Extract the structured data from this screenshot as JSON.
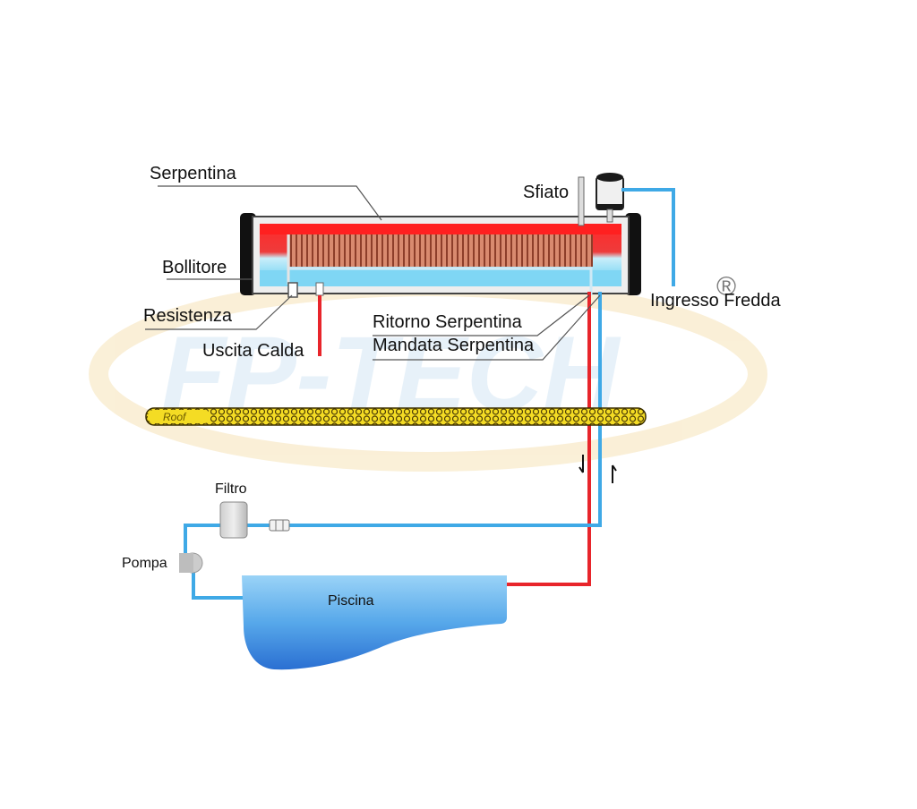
{
  "watermark": {
    "brand": "FP-TECH",
    "mark": "®"
  },
  "labels": {
    "serpentina": "Serpentina",
    "sfiato": "Sfiato",
    "bollitore": "Bollitore",
    "ingresso_fredda": "Ingresso Fredda",
    "resistenza": "Resistenza",
    "ritorno_serpentina": "Ritorno Serpentina",
    "mandata_serpentina": "Mandata Serpentina",
    "uscita_calda": "Uscita Calda",
    "roof": "Roof",
    "filtro": "Filtro",
    "pompa": "Pompa",
    "piscina": "Piscina"
  },
  "colors": {
    "hot_pipe": "#e8252b",
    "cold_pipe": "#3fa9e6",
    "tank_shell": "#eeeeee",
    "tank_hot": "#e8252b",
    "tank_cold": "#8fdcf5",
    "coil": "#b8634a",
    "roof": "#f2d81d",
    "pool": "#3f8fe0",
    "watermark": "#f6e3b8"
  }
}
